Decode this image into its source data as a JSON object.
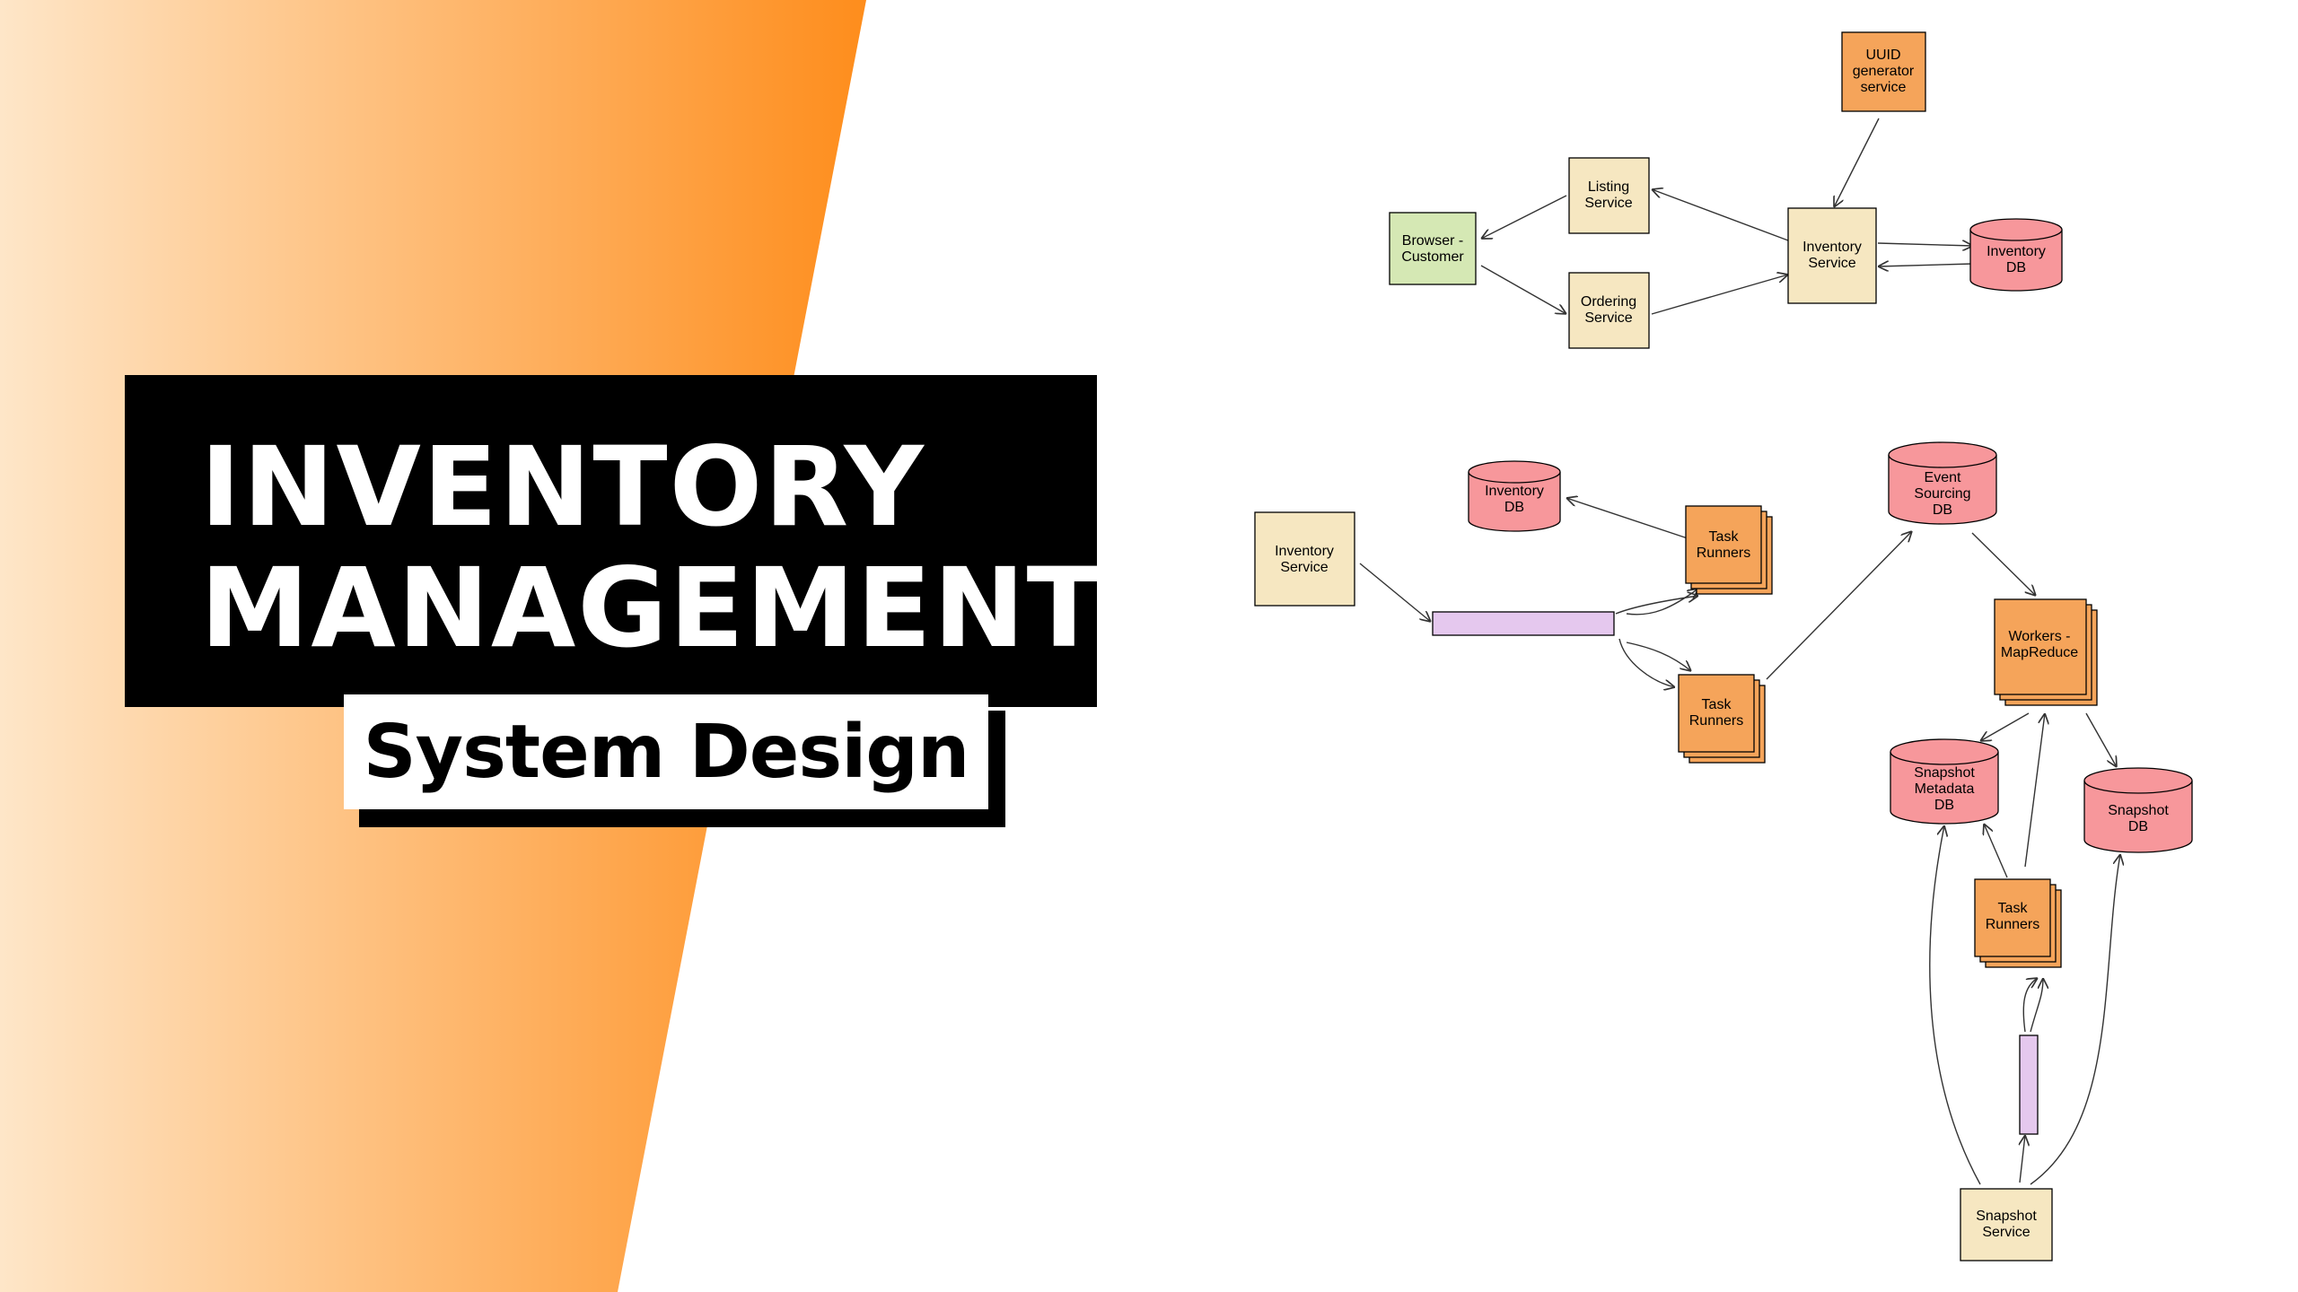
{
  "title": {
    "line1": "INVENTORY",
    "line2": "MANAGEMENT",
    "subtitle": "System Design"
  },
  "colors": {
    "gradient_start": "#fee6c8",
    "gradient_end": "#fe8d1c",
    "service": "#f6e7c1",
    "client": "#d5e8b4",
    "database": "#f7979b",
    "worker": "#f5a45a",
    "queue": "#e5c8ee"
  },
  "diagram_top": {
    "uuid_service": [
      "UUID",
      "generator",
      "service"
    ],
    "listing_service": [
      "Listing",
      "Service"
    ],
    "browser_customer": [
      "Browser -",
      "Customer"
    ],
    "ordering_service": [
      "Ordering",
      "Service"
    ],
    "inventory_service": [
      "Inventory",
      "Service"
    ],
    "inventory_db": [
      "Inventory",
      "DB"
    ]
  },
  "diagram_bottom": {
    "inventory_db": [
      "Inventory",
      "DB"
    ],
    "inventory_service": [
      "Inventory",
      "Service"
    ],
    "task_runners_upper": [
      "Task",
      "Runners"
    ],
    "task_runners_lower": [
      "Task",
      "Runners"
    ],
    "event_sourcing_db": [
      "Event",
      "Sourcing",
      "DB"
    ],
    "workers_mapreduce": [
      "Workers -",
      "MapReduce"
    ],
    "snapshot_metadata_db": [
      "Snapshot",
      "Metadata",
      "DB"
    ],
    "snapshot_db": [
      "Snapshot",
      "DB"
    ],
    "task_runners_right": [
      "Task",
      "Runners"
    ],
    "snapshot_service": [
      "Snapshot",
      "Service"
    ]
  }
}
